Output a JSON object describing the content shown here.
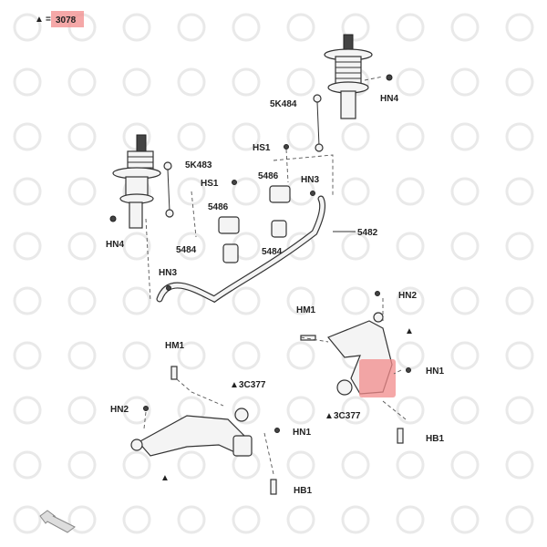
{
  "header": {
    "legend_symbol": "▲",
    "legend_eq": "=",
    "code": "3078"
  },
  "colors": {
    "highlight": "#f28b8b",
    "line": "#333333",
    "watermark": "#e9e9e9"
  },
  "labels": {
    "hn4_right": "HN4",
    "k484": "5K484",
    "hs1_top": "HS1",
    "k483": "5K483",
    "hs1_left": "HS1",
    "l5486_top": "5486",
    "hn3_top": "HN3",
    "l5486_left": "5486",
    "hn4_left": "HN4",
    "l5482": "5482",
    "l5484_left": "5484",
    "l5484_right": "5484",
    "hn3_left": "HN3",
    "hn2_right": "HN2",
    "hm1_right": "HM1",
    "hn1_right": "HN1",
    "c377_right": "3C377",
    "hb1_right": "HB1",
    "hm1_left": "HM1",
    "c377_left": "3C377",
    "hn2_left": "HN2",
    "hn1_left": "HN1",
    "hb1_left": "HB1"
  },
  "nav": {
    "arrow_icon": "back-arrow-icon"
  }
}
